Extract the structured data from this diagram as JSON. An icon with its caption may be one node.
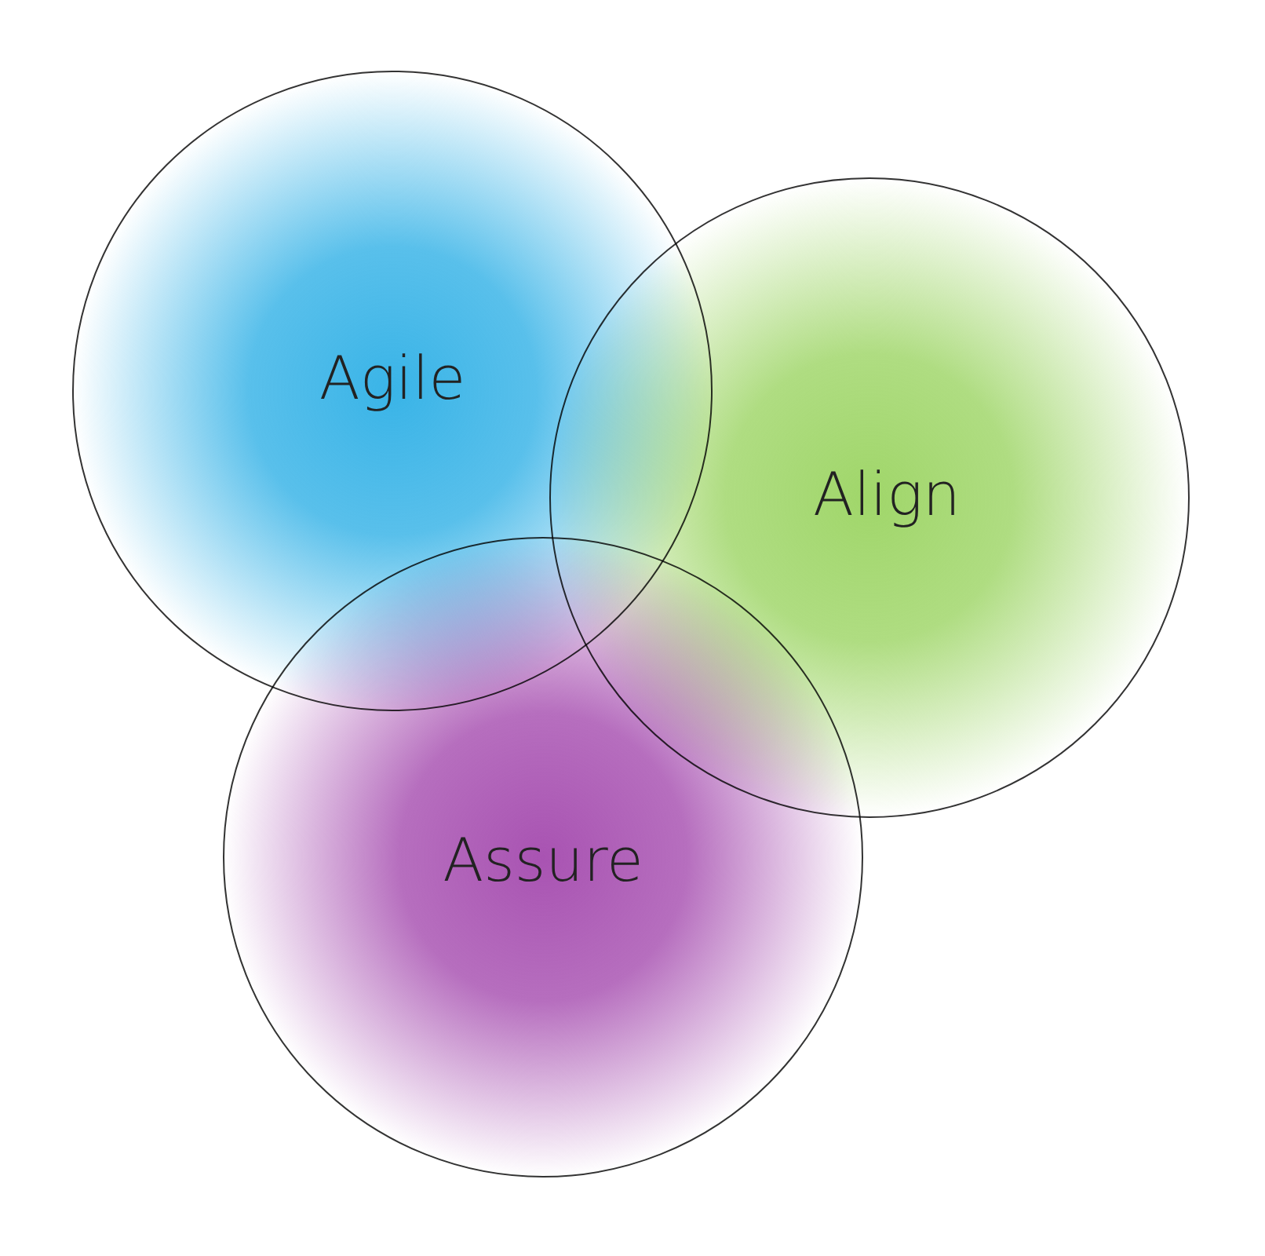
{
  "diagram": {
    "nodes": [
      {
        "text": [
          "Agile"
        ]
      },
      {
        "text": [
          "Align"
        ]
      },
      {
        "text": [
          "Assure"
        ]
      }
    ]
  }
}
